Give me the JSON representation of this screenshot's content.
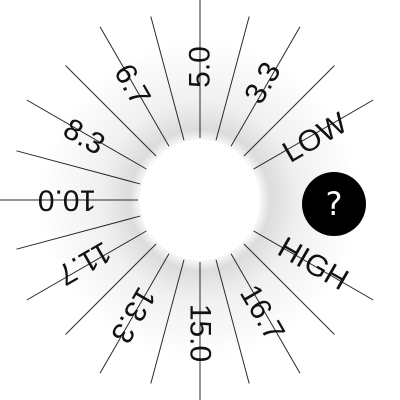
{
  "dial": {
    "labels": {
      "low": "LOW",
      "v3_3": "3.3",
      "v5_0": "5.0",
      "v6_7": "6.7",
      "v8_3": "8.3",
      "v10_0": "10.0",
      "v11_7": "11.7",
      "v13_3": "13.3",
      "v15_0": "15.0",
      "v16_7": "16.7",
      "high": "HIGH"
    }
  },
  "help_button": {
    "icon": "question-icon",
    "glyph": "?"
  },
  "colors": {
    "ink": "#111111",
    "button": "#000000",
    "button_text": "#ffffff",
    "background": "#ffffff"
  }
}
